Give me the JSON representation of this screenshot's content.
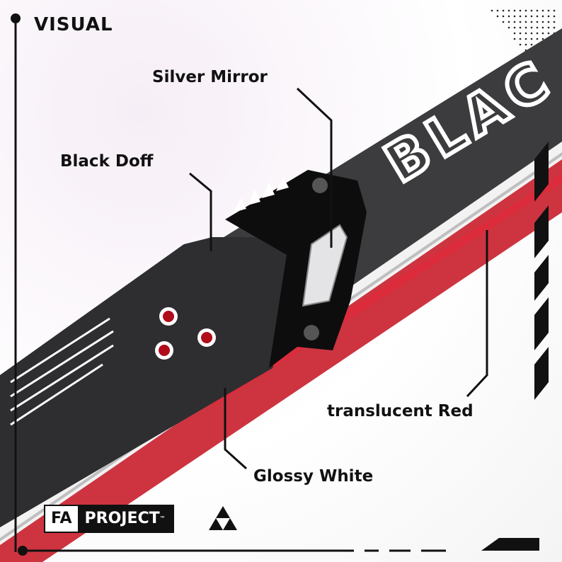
{
  "header": {
    "title": "VISUAL"
  },
  "callouts": {
    "silver_mirror": "Silver Mirror",
    "black_doff": "Black Doff",
    "translucent_red": "translucent Red",
    "glossy_white": "Glossy White"
  },
  "blade_text": "BLAC",
  "brand": {
    "prefix": "FA",
    "name": "PROJECT",
    "tm": "™"
  },
  "colors": {
    "accent_red": "#c4101e",
    "black": "#111111",
    "doff_gray": "#3c3c3e",
    "white": "#ffffff"
  }
}
